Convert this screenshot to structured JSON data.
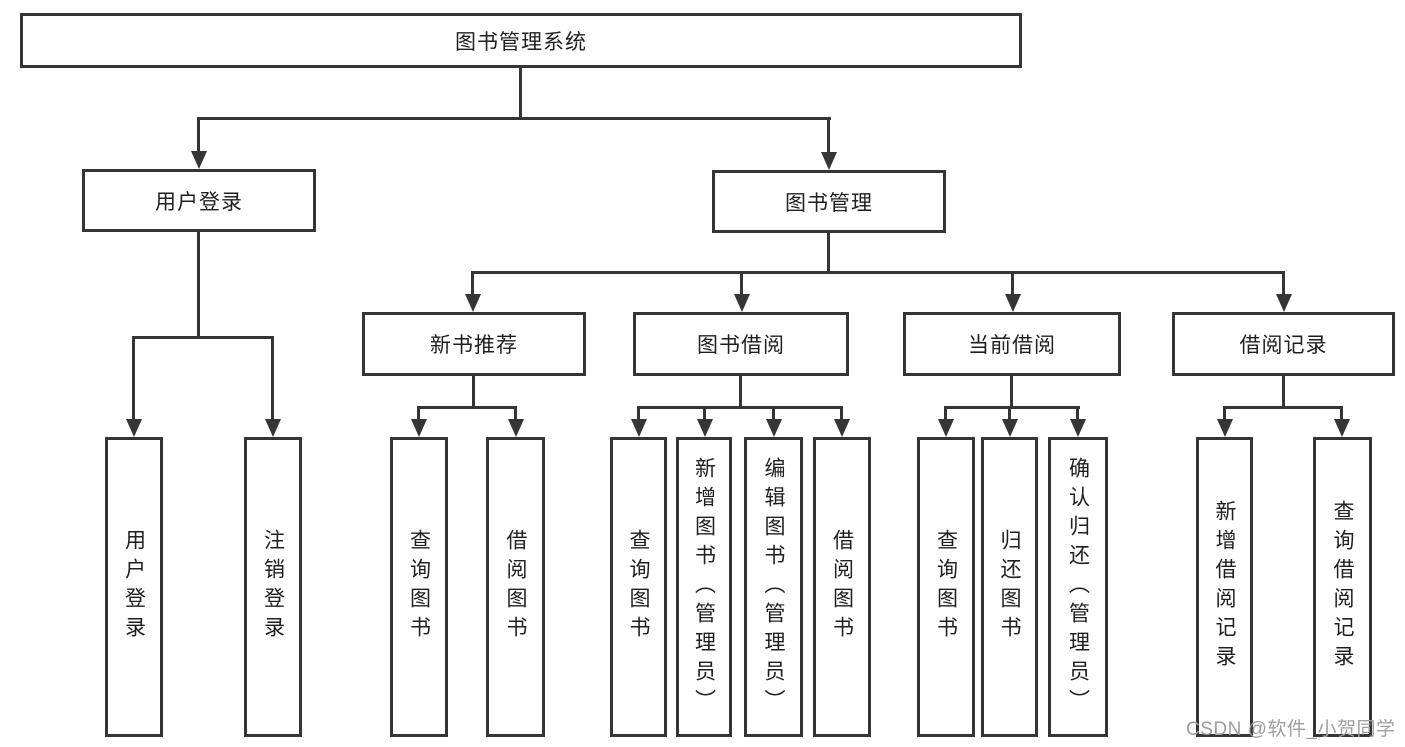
{
  "tree": {
    "root": {
      "label": "图书管理系统"
    },
    "branches": [
      {
        "label": "用户登录",
        "children": [
          {
            "label": "用户登录"
          },
          {
            "label": "注销登录"
          }
        ]
      },
      {
        "label": "图书管理",
        "children": [
          {
            "label": "新书推荐",
            "children": [
              {
                "label": "查询图书"
              },
              {
                "label": "借阅图书"
              }
            ]
          },
          {
            "label": "图书借阅",
            "children": [
              {
                "label": "查询图书"
              },
              {
                "label": "新增图书（管理员）"
              },
              {
                "label": "编辑图书（管理员）"
              },
              {
                "label": "借阅图书"
              }
            ]
          },
          {
            "label": "当前借阅",
            "children": [
              {
                "label": "查询图书"
              },
              {
                "label": "归还图书"
              },
              {
                "label": "确认归还（管理员）"
              }
            ]
          },
          {
            "label": "借阅记录",
            "children": [
              {
                "label": "新增借阅记录"
              },
              {
                "label": "查询借阅记录"
              }
            ]
          }
        ]
      }
    ]
  },
  "watermark": {
    "text": "CSDN @软件_小贺同学"
  },
  "colors": {
    "line": "#353535",
    "text": "#1f1f1f",
    "watermark": "#9e9e9e",
    "background": "#ffffff"
  }
}
